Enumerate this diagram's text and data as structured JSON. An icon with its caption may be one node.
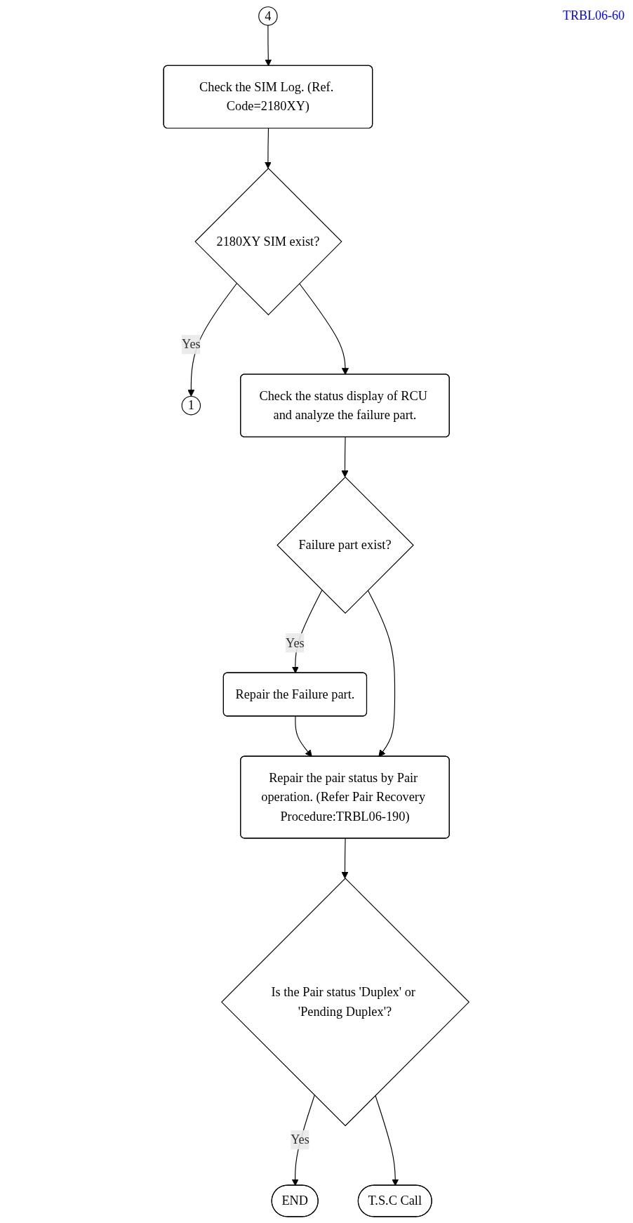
{
  "diagram": {
    "nodes": [
      {
        "text": [
          "4"
        ]
      },
      {
        "text": [
          "Check the SIM Log. (Ref. Code=2180XY)"
        ]
      },
      {
        "text": [
          "2180XY SIM exist?"
        ]
      },
      {
        "text": [
          "1"
        ]
      },
      {
        "text": [
          "Check the status display of RCU and analyze the failure part."
        ]
      },
      {
        "text": [
          "Failure part exist?"
        ]
      },
      {
        "text": [
          "Repair the Failure part."
        ]
      },
      {
        "text": [
          "Repair the pair status by Pair operation. (Refer Pair Recovery Procedure:TRBL06-190)"
        ]
      },
      {
        "text": [
          "Is the Pair status 'Duplex' or 'Pending Duplex'?"
        ]
      },
      {
        "text": [
          "END"
        ]
      },
      {
        "text": [
          "T.S.C Call"
        ]
      }
    ],
    "edges": [
      {
        "from": 0,
        "to": 1,
        "arrow": "to"
      },
      {
        "from": 1,
        "to": 2,
        "arrow": "to"
      },
      {
        "from": 2,
        "to": 3,
        "label": "Yes",
        "arrow": "to"
      },
      {
        "from": 2,
        "to": 4,
        "arrow": "to"
      },
      {
        "from": 4,
        "to": 5,
        "arrow": "to"
      },
      {
        "from": 5,
        "to": 6,
        "label": "Yes",
        "arrow": "to"
      },
      {
        "from": 6,
        "to": 7,
        "arrow": "to"
      },
      {
        "from": 5,
        "to": 7,
        "arrow": "to"
      },
      {
        "from": 7,
        "to": 8,
        "arrow": "to"
      },
      {
        "from": 8,
        "to": 9,
        "label": "Yes",
        "arrow": "to"
      },
      {
        "from": 8,
        "to": 10,
        "arrow": "to"
      }
    ],
    "labels": [
      "TRBL06-60"
    ]
  }
}
